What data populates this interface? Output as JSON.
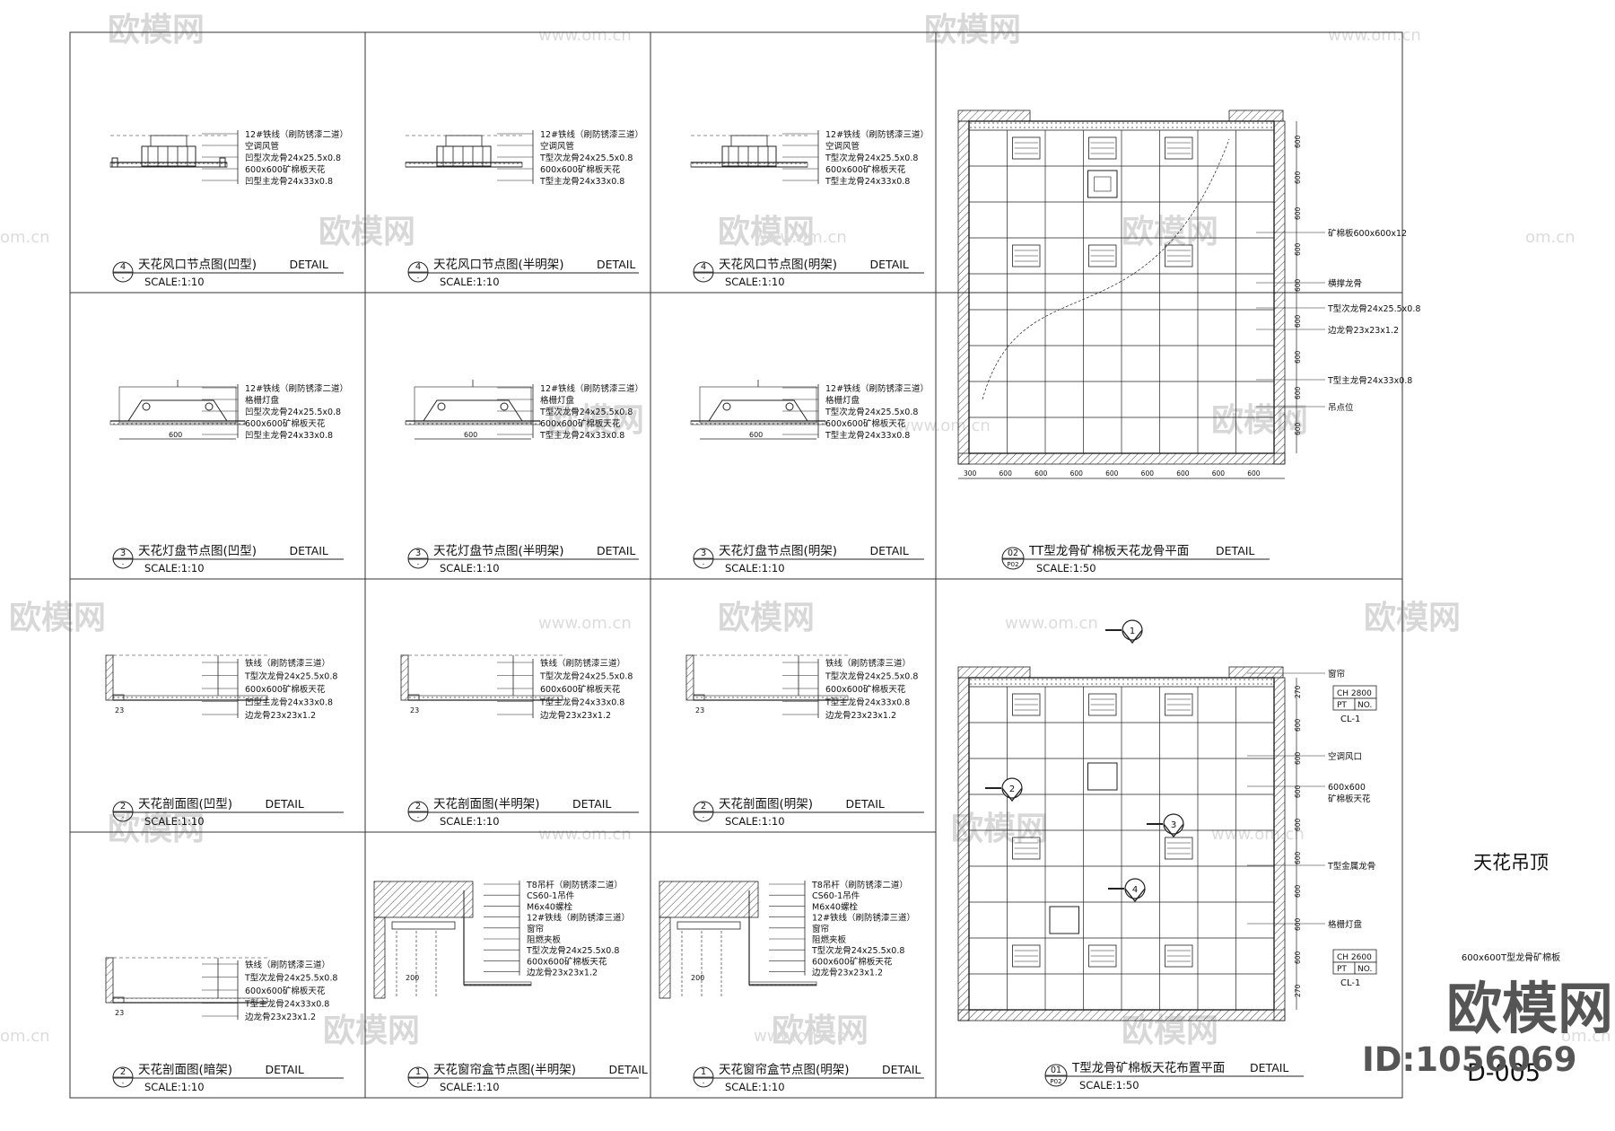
{
  "sheet": {
    "title": "天花吊顶",
    "number": "D-005",
    "watermark_brand": "欧模网",
    "watermark_url": "www.om.cn",
    "watermark_short": "om.cn",
    "watermark_id": "ID:1056069"
  },
  "details": [
    {
      "id": "d-vent-recessed",
      "num": "4",
      "title": "天花风口节点图(凹型)",
      "suffix": "DETAIL",
      "scale": "SCALE:1:10",
      "notes": [
        "12#铁线（刷防锈漆二道）",
        "空调风管",
        "凹型次龙骨24x25.5x0.8",
        "600x600矿棉板天花",
        "凹型主龙骨24x33x0.8"
      ]
    },
    {
      "id": "d-vent-semi",
      "num": "4",
      "title": "天花风口节点图(半明架)",
      "suffix": "DETAIL",
      "scale": "SCALE:1:10",
      "notes": [
        "12#铁线（刷防锈漆三道）",
        "空调风管",
        "T型次龙骨24x25.5x0.8",
        "600x600矿棉板天花",
        "T型主龙骨24x33x0.8"
      ]
    },
    {
      "id": "d-vent-exposed",
      "num": "4",
      "title": "天花风口节点图(明架)",
      "suffix": "DETAIL",
      "scale": "SCALE:1:10",
      "notes": [
        "12#铁线（刷防锈漆三道）",
        "空调风管",
        "T型次龙骨24x25.5x0.8",
        "600x600矿棉板天花",
        "T型主龙骨24x33x0.8"
      ]
    },
    {
      "id": "d-light-recessed",
      "num": "3",
      "title": "天花灯盘节点图(凹型)",
      "suffix": "DETAIL",
      "scale": "SCALE:1:10",
      "notes": [
        "12#铁线（刷防锈漆二道）",
        "格栅灯盘",
        "凹型次龙骨24x25.5x0.8",
        "600x600矿棉板天花",
        "凹型主龙骨24x33x0.8"
      ]
    },
    {
      "id": "d-light-semi",
      "num": "3",
      "title": "天花灯盘节点图(半明架)",
      "suffix": "DETAIL",
      "scale": "SCALE:1:10",
      "notes": [
        "12#铁线（刷防锈漆三道）",
        "格栅灯盘",
        "T型次龙骨24x25.5x0.8",
        "600x600矿棉板天花",
        "T型主龙骨24x33x0.8"
      ]
    },
    {
      "id": "d-light-exposed",
      "num": "3",
      "title": "天花灯盘节点图(明架)",
      "suffix": "DETAIL",
      "scale": "SCALE:1:10",
      "notes": [
        "12#铁线（刷防锈漆三道）",
        "格栅灯盘",
        "T型次龙骨24x25.5x0.8",
        "600x600矿棉板天花",
        "T型主龙骨24x33x0.8"
      ]
    },
    {
      "id": "d-section-recessed",
      "num": "2",
      "title": "天花剖面图(凹型)",
      "suffix": "DETAIL",
      "scale": "SCALE:1:10",
      "notes": [
        "铁线（刷防锈漆三道）",
        "T型次龙骨24x25.5x0.8",
        "600x600矿棉板天花",
        "凹型主龙骨24x33x0.8",
        "边龙骨23x23x1.2"
      ]
    },
    {
      "id": "d-section-semi",
      "num": "2",
      "title": "天花剖面图(半明架)",
      "suffix": "DETAIL",
      "scale": "SCALE:1:10",
      "notes": [
        "铁线（刷防锈漆三道）",
        "T型次龙骨24x25.5x0.8",
        "600x600矿棉板天花",
        "T型主龙骨24x33x0.8",
        "边龙骨23x23x1.2"
      ]
    },
    {
      "id": "d-section-exposed",
      "num": "2",
      "title": "天花剖面图(明架)",
      "suffix": "DETAIL",
      "scale": "SCALE:1:10",
      "notes": [
        "铁线（刷防锈漆三道）",
        "T型次龙骨24x25.5x0.8",
        "600x600矿棉板天花",
        "T型主龙骨24x33x0.8",
        "边龙骨23x23x1.2"
      ]
    },
    {
      "id": "d-section-concealed",
      "num": "2",
      "title": "天花剖面图(暗架)",
      "suffix": "DETAIL",
      "scale": "SCALE:1:10",
      "notes": [
        "铁线（刷防锈漆三道）",
        "T型次龙骨24x25.5x0.8",
        "600x600矿棉板天花",
        "T型主龙骨24x33x0.8",
        "边龙骨23x23x1.2"
      ]
    },
    {
      "id": "d-curtain-semi",
      "num": "1",
      "title": "天花窗帘盒节点图(半明架)",
      "suffix": "DETAIL",
      "scale": "SCALE:1:10",
      "notes": [
        "T8吊杆（刷防锈漆二道）",
        "CS60-1吊件",
        "M6x40螺栓",
        "12#铁线（刷防锈漆三道）",
        "窗帘",
        "阻燃夹板",
        "T型次龙骨24x25.5x0.8",
        "600x600矿棉板天花",
        "边龙骨23x23x1.2"
      ]
    },
    {
      "id": "d-curtain-exposed",
      "num": "1",
      "title": "天花窗帘盒节点图(明架)",
      "suffix": "DETAIL",
      "scale": "SCALE:1:10",
      "notes": [
        "T8吊杆（刷防锈漆二道）",
        "CS60-1吊件",
        "M6x40螺栓",
        "12#铁线（刷防锈漆三道）",
        "窗帘",
        "阻燃夹板",
        "T型次龙骨24x25.5x0.8",
        "600x600矿棉板天花",
        "边龙骨23x23x1.2"
      ]
    }
  ],
  "plan_frame": {
    "num": "02",
    "ref": "P02",
    "title": "TT型龙骨矿棉板天花龙骨平面",
    "suffix": "DETAIL",
    "scale": "SCALE:1:50",
    "notes": [
      "矿棉板600x600x12",
      "横撑龙骨",
      "T型次龙骨24x25.5x0.8",
      "边龙骨23x23x1.2",
      "T型主龙骨24x33x0.8",
      "吊点位"
    ],
    "dims_right": [
      "600",
      "600",
      "600",
      "600",
      "600",
      "600",
      "600",
      "600",
      "600"
    ],
    "dims_bottom": [
      "300",
      "600",
      "600",
      "600",
      "600",
      "600",
      "600",
      "600",
      "600"
    ]
  },
  "plan_layout": {
    "num": "01",
    "ref": "P02",
    "title": "T型龙骨矿棉板天花布置平面",
    "suffix": "DETAIL",
    "scale": "SCALE:1:50",
    "notes": [
      "窗帘",
      "空调风口",
      "600x600",
      "矿棉板天花",
      "T型金属龙骨",
      "格栅灯盘"
    ],
    "tag1": {
      "ch": "CH 2800",
      "pt": "PT",
      "no": "NO.",
      "cl": "CL-1"
    },
    "tag2": {
      "ch": "CH 2600",
      "pt": "PT",
      "no": "NO.",
      "cl": "CL-1"
    },
    "callouts": [
      "1",
      "2",
      "3",
      "4"
    ],
    "side_note": "600x600T型龙骨矿棉板",
    "dims_right": [
      "270",
      "600",
      "600",
      "600",
      "600",
      "600",
      "600",
      "600",
      "600",
      "270"
    ]
  }
}
